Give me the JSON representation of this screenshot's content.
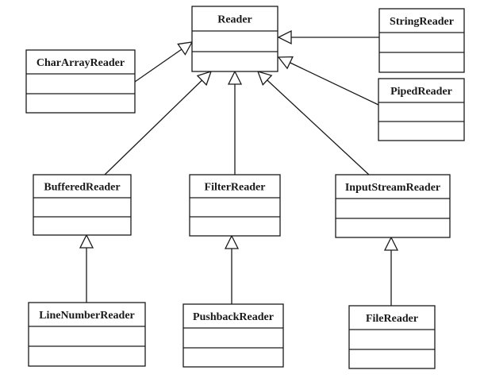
{
  "diagram": {
    "classes": [
      {
        "id": "reader",
        "name": "Reader"
      },
      {
        "id": "string-reader",
        "name": "StringReader"
      },
      {
        "id": "char-array-reader",
        "name": "CharArrayReader"
      },
      {
        "id": "piped-reader",
        "name": "PipedReader"
      },
      {
        "id": "buffered-reader",
        "name": "BufferedReader"
      },
      {
        "id": "filter-reader",
        "name": "FilterReader"
      },
      {
        "id": "input-stream-reader",
        "name": "InputStreamReader"
      },
      {
        "id": "line-number-reader",
        "name": "LineNumberReader"
      },
      {
        "id": "pushback-reader",
        "name": "PushbackReader"
      },
      {
        "id": "file-reader",
        "name": "FileReader"
      }
    ],
    "inheritance": [
      {
        "child": "string-reader",
        "parent": "reader"
      },
      {
        "child": "char-array-reader",
        "parent": "reader"
      },
      {
        "child": "piped-reader",
        "parent": "reader"
      },
      {
        "child": "buffered-reader",
        "parent": "reader"
      },
      {
        "child": "filter-reader",
        "parent": "reader"
      },
      {
        "child": "input-stream-reader",
        "parent": "reader"
      },
      {
        "child": "line-number-reader",
        "parent": "buffered-reader"
      },
      {
        "child": "pushback-reader",
        "parent": "filter-reader"
      },
      {
        "child": "file-reader",
        "parent": "input-stream-reader"
      }
    ],
    "colors": {
      "stroke": "#1a1a1a",
      "fill": "#ffffff",
      "text": "#1a1a1a"
    }
  }
}
